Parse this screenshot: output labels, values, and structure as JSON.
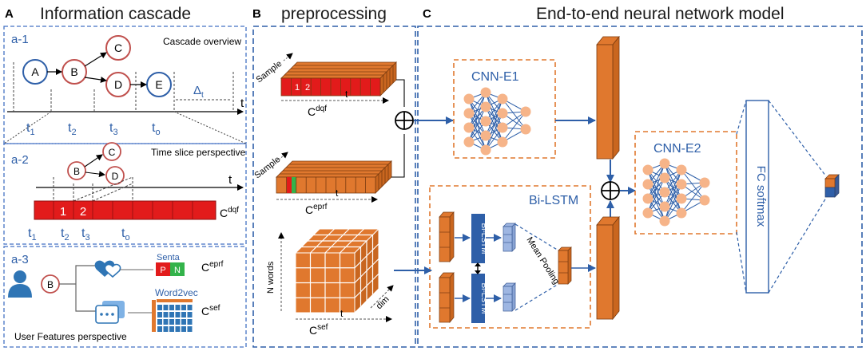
{
  "panelA": {
    "letter": "A",
    "title": "Information cascade",
    "a1": {
      "label": "a-1",
      "caption": "Cascade overview",
      "nodes": {
        "a": "A",
        "b": "B",
        "c": "C",
        "d": "D",
        "e": "E"
      },
      "axis_t": "t",
      "delta": "Δ",
      "delta_sub": "t",
      "ticks": [
        {
          "base": "t",
          "sub": "1"
        },
        {
          "base": "t",
          "sub": "2"
        },
        {
          "base": "t",
          "sub": "3"
        },
        {
          "base": "t",
          "sub": "o"
        }
      ]
    },
    "a2": {
      "label": "a-2",
      "caption": "Time slice perspective",
      "nodes": {
        "b": "B",
        "c": "C",
        "d": "D"
      },
      "axis_t": "t",
      "cells": [
        "1",
        "2"
      ],
      "matrix_base": "C",
      "matrix_sup": "dqf",
      "ticks": [
        {
          "base": "t",
          "sub": "1"
        },
        {
          "base": "t",
          "sub": "2"
        },
        {
          "base": "t",
          "sub": "3"
        },
        {
          "base": "t",
          "sub": "o"
        }
      ]
    },
    "a3": {
      "label": "a-3",
      "user_node": "B",
      "senta": "Senta",
      "senta_p": "P",
      "senta_n": "N",
      "word2vec": "Word2vec",
      "eprf_base": "C",
      "eprf_sup": "eprf",
      "sef_base": "C",
      "sef_sup": "sef",
      "caption": "User Features perspective"
    }
  },
  "panelB": {
    "letter": "B",
    "title": "preprocessing",
    "sample": "Sample",
    "cells": [
      "1",
      "2"
    ],
    "t": "t",
    "dqf_base": "C",
    "dqf_sup": "dqf",
    "eprf_base": "C",
    "eprf_sup": "eprf",
    "sef_base": "C",
    "sef_sup": "sef",
    "n_words": "N words",
    "dim": "dim"
  },
  "panelC": {
    "letter": "C",
    "title": "End-to-end neural network model",
    "cnn_e1": "CNN-E1",
    "cnn_e2": "CNN-E2",
    "bilstm": "Bi-LSTM",
    "bilstm_block": "Bi-LSTM",
    "mean_pooling": "Mean Pooling",
    "fc": "FC softmax"
  },
  "colors": {
    "blue": "#2e5fa8",
    "dashed": "#4472c4",
    "orange": "#e0782e",
    "red": "#e21b1b",
    "node_red": "#c0504d",
    "neuron": "#f6b489",
    "lightblue": "#9eb6e2"
  }
}
